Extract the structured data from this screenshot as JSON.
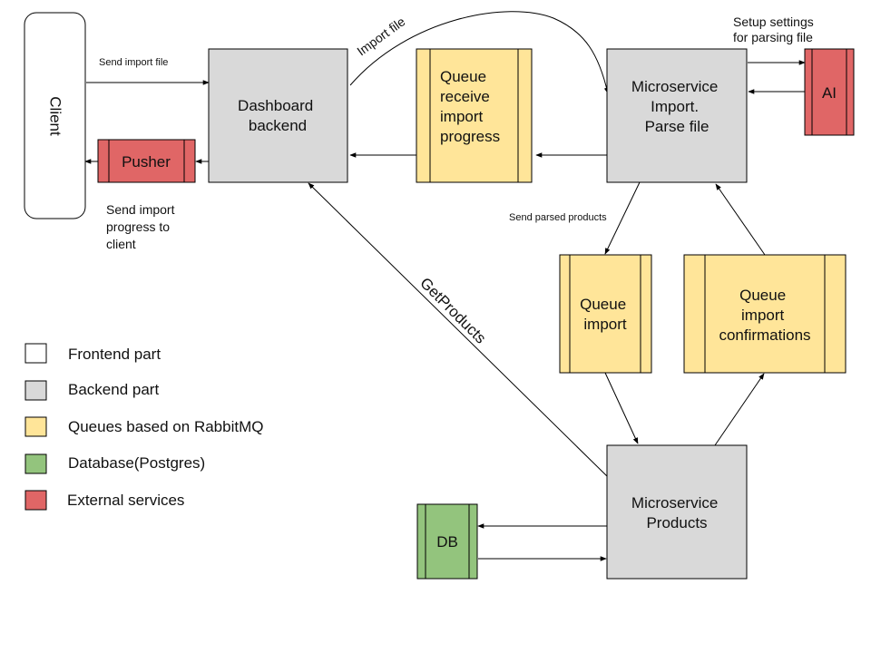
{
  "colors": {
    "frontend": "#ffffff",
    "backend": "#d9d9d9",
    "queue": "#ffe599",
    "database": "#93c47d",
    "external": "#e06666",
    "stroke": "#000000"
  },
  "nodes": {
    "client": {
      "label": "Client"
    },
    "dashboard": {
      "lines": [
        "Dashboard",
        "backend"
      ]
    },
    "pusher": {
      "label": "Pusher"
    },
    "queue_progress": {
      "lines": [
        "Queue",
        "receive",
        "import",
        "progress"
      ]
    },
    "ms_import": {
      "lines": [
        "Microservice",
        "Import.",
        "Parse file"
      ]
    },
    "ai": {
      "label": "AI"
    },
    "queue_import": {
      "lines": [
        "Queue",
        "import"
      ]
    },
    "queue_confirm": {
      "lines": [
        "Queue",
        "import",
        "confirmations"
      ]
    },
    "ms_products": {
      "lines": [
        "Microservice",
        "Products"
      ]
    },
    "db": {
      "label": "DB"
    }
  },
  "edge_labels": {
    "send_import_file": "Send import file",
    "import_file": "Import file",
    "setup_settings": [
      "Setup settings",
      "for parsing file"
    ],
    "send_progress": [
      "Send import",
      "progress to",
      "client"
    ],
    "send_parsed": "Send parsed products",
    "get_products": "GetProducts"
  },
  "legend": [
    {
      "label": "Frontend part",
      "color_key": "frontend"
    },
    {
      "label": "Backend part",
      "color_key": "backend"
    },
    {
      "label": "Queues based on RabbitMQ",
      "color_key": "queue"
    },
    {
      "label": "Database(Postgres)",
      "color_key": "database"
    },
    {
      "label": "External services",
      "color_key": "external"
    }
  ]
}
